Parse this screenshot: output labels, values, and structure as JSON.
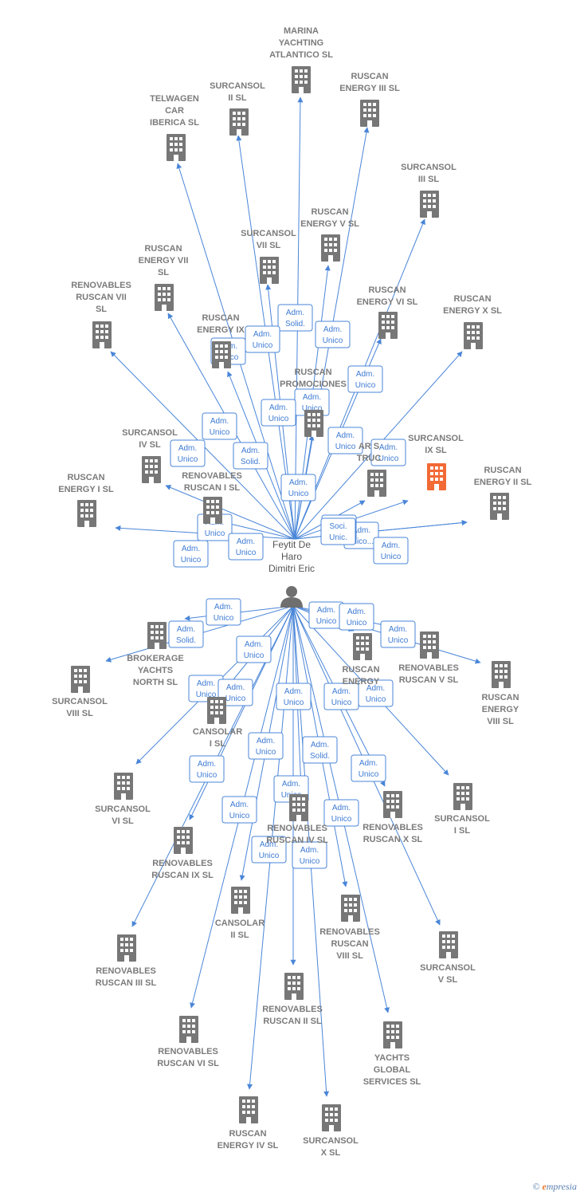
{
  "colors": {
    "edge": "#4a86d8",
    "building": "#777777",
    "building_highlight": "#f26a35",
    "label": "#7b7b7b",
    "person": "#6f6f6f"
  },
  "center": {
    "name": "Feytit De Haro Dimitri Eric",
    "lines": [
      "Feytit De",
      "Haro",
      "Dimitri Eric"
    ],
    "icon": "person-icon"
  },
  "companies": [
    {
      "id": "marina",
      "lines": [
        "MARINA",
        "YACHTING",
        "ATLANTICO  SL"
      ]
    },
    {
      "id": "surcansol2",
      "lines": [
        "SURCANSOL",
        "II  SL"
      ]
    },
    {
      "id": "ruscan3",
      "lines": [
        "RUSCAN",
        "ENERGY III  SL"
      ]
    },
    {
      "id": "telwagen",
      "lines": [
        "TELWAGEN",
        "CAR",
        "IBERICA  SL"
      ]
    },
    {
      "id": "surcansol3",
      "lines": [
        "SURCANSOL",
        "III  SL"
      ]
    },
    {
      "id": "ruscan5",
      "lines": [
        "RUSCAN",
        "ENERGY V  SL"
      ]
    },
    {
      "id": "surcansol7",
      "lines": [
        "SURCANSOL",
        "VII  SL"
      ]
    },
    {
      "id": "ruscan7",
      "lines": [
        "RUSCAN",
        "ENERGY VII",
        "SL"
      ]
    },
    {
      "id": "renov7",
      "lines": [
        "RENOVABLES",
        "RUSCAN VII",
        "SL"
      ]
    },
    {
      "id": "ruscan6",
      "lines": [
        "RUSCAN",
        "ENERGY VI  SL"
      ]
    },
    {
      "id": "ruscan10",
      "lines": [
        "RUSCAN",
        "ENERGY X  SL"
      ]
    },
    {
      "id": "ruscan9",
      "lines": [
        "RUSCAN",
        "ENERGY IX"
      ]
    },
    {
      "id": "promociones",
      "lines": [
        "RUSCAN",
        "PROMOCIONES"
      ]
    },
    {
      "id": "surcansol9",
      "lines": [
        "SURCANSOL",
        "IX  SL"
      ],
      "highlight": true
    },
    {
      "id": "truck",
      "lines": [
        "AR        S",
        "TRUC"
      ]
    },
    {
      "id": "surcansol4",
      "lines": [
        "SURCANSOL",
        "IV  SL"
      ]
    },
    {
      "id": "renov1",
      "lines": [
        "RENOVABLES",
        "RUSCAN I  SL"
      ]
    },
    {
      "id": "ruscan1",
      "lines": [
        "RUSCAN",
        "ENERGY I  SL"
      ]
    },
    {
      "id": "ruscan2",
      "lines": [
        "RUSCAN",
        "ENERGY II  SL"
      ]
    },
    {
      "id": "brokerage",
      "lines": [
        "BROKERAGE",
        "YACHTS",
        "NORTH  SL"
      ]
    },
    {
      "id": "surcansol8",
      "lines": [
        "SURCANSOL",
        "VIII  SL"
      ]
    },
    {
      "id": "ruscanEn",
      "lines": [
        "RUSCAN",
        "ENERGY"
      ]
    },
    {
      "id": "renov5",
      "lines": [
        "RENOVABLES",
        "RUSCAN V  SL"
      ]
    },
    {
      "id": "ruscan8",
      "lines": [
        "RUSCAN",
        "ENERGY",
        "VIII  SL"
      ]
    },
    {
      "id": "cansolar1",
      "lines": [
        "CANSOLAR",
        "I  SL"
      ]
    },
    {
      "id": "surcansol6",
      "lines": [
        "SURCANSOL",
        "VI  SL"
      ]
    },
    {
      "id": "surcansol1",
      "lines": [
        "SURCANSOL",
        "I  SL"
      ]
    },
    {
      "id": "renov4",
      "lines": [
        "RENOVABLES",
        "RUSCAN IV  SL"
      ]
    },
    {
      "id": "renovX",
      "lines": [
        "RENOVABLES",
        "RUSCAN X  SL"
      ]
    },
    {
      "id": "renov9",
      "lines": [
        "RENOVABLES",
        "RUSCAN IX  SL"
      ]
    },
    {
      "id": "cansolar2",
      "lines": [
        "CANSOLAR",
        "II  SL"
      ]
    },
    {
      "id": "renov8",
      "lines": [
        "RENOVABLES",
        "RUSCAN",
        "VIII  SL"
      ]
    },
    {
      "id": "surcansol5",
      "lines": [
        "SURCANSOL",
        "V  SL"
      ]
    },
    {
      "id": "renov3",
      "lines": [
        "RENOVABLES",
        "RUSCAN III  SL"
      ]
    },
    {
      "id": "renov2",
      "lines": [
        "RENOVABLES",
        "RUSCAN II  SL"
      ]
    },
    {
      "id": "renov6",
      "lines": [
        "RENOVABLES",
        "RUSCAN VI  SL"
      ]
    },
    {
      "id": "yachts",
      "lines": [
        "YACHTS",
        "GLOBAL",
        "SERVICES  SL"
      ]
    },
    {
      "id": "ruscan4",
      "lines": [
        "RUSCAN",
        "ENERGY IV  SL"
      ]
    },
    {
      "id": "surcansol10",
      "lines": [
        "SURCANSOL",
        "X  SL"
      ]
    }
  ],
  "edges": [
    {
      "to": "marina",
      "role": [
        "Adm.",
        "Solid."
      ]
    },
    {
      "to": "surcansol2",
      "role": [
        "Adm.",
        "Unico"
      ]
    },
    {
      "to": "ruscan3",
      "role": [
        "Adm.",
        "Unico"
      ]
    },
    {
      "to": "telwagen",
      "role": [
        "Adm.",
        "Unico"
      ]
    },
    {
      "to": "surcansol3",
      "role": [
        "Adm.",
        "Unico"
      ]
    },
    {
      "to": "ruscan5",
      "role": [
        "Adm.",
        "Unico"
      ]
    },
    {
      "to": "surcansol7",
      "role": [
        "Adm.",
        "Unico"
      ]
    },
    {
      "to": "ruscan7",
      "role": [
        "Adm.",
        "Unico"
      ]
    },
    {
      "to": "renov7",
      "role": [
        "Adm.",
        "Unico"
      ]
    },
    {
      "to": "ruscan6",
      "role": [
        "Adm.",
        "Unico"
      ]
    },
    {
      "to": "ruscan10",
      "role": [
        "Adm.",
        "Unico"
      ]
    },
    {
      "to": "ruscan9",
      "role": [
        "Adm.",
        "Solid."
      ]
    },
    {
      "to": "promociones",
      "role": [
        "Adm.",
        "Unico"
      ]
    },
    {
      "to": "surcansol9",
      "role": [
        "Adm.",
        "Unico"
      ]
    },
    {
      "to": "truck",
      "role": [
        "Adm.",
        "Unico"
      ]
    },
    {
      "to": "surcansol4",
      "role": [
        "Adm.",
        "Unico"
      ]
    },
    {
      "to": "renov1",
      "role": [
        "Adm.",
        "Unico...."
      ]
    },
    {
      "to": "ruscan1",
      "role": [
        "Adm.",
        "Unico"
      ]
    },
    {
      "to": "ruscan2",
      "role": [
        "Adm.",
        "Unico"
      ]
    },
    {
      "to": "brokerage",
      "role": [
        "Adm.",
        "Solid."
      ]
    },
    {
      "to": "surcansol8",
      "role": [
        "Adm.",
        "Unico"
      ]
    },
    {
      "to": "ruscanEn",
      "role": [
        "Adm.",
        "Unico"
      ]
    },
    {
      "to": "renov5",
      "role": [
        "Adm.",
        "Unico"
      ]
    },
    {
      "to": "ruscan8",
      "role": [
        "Adm.",
        "Unico"
      ]
    },
    {
      "to": "cansolar1",
      "role": [
        "Adm.",
        "Unico"
      ]
    },
    {
      "to": "surcansol6",
      "role": [
        "Adm.",
        "Unico"
      ]
    },
    {
      "to": "surcansol1",
      "role": [
        "Adm.",
        "Unico"
      ]
    },
    {
      "to": "renov4",
      "role": [
        "Adm.",
        "Unico"
      ]
    },
    {
      "to": "renovX",
      "role": [
        "Adm.",
        "Unico"
      ]
    },
    {
      "to": "renov9",
      "role": [
        "Adm.",
        "Unico"
      ]
    },
    {
      "to": "cansolar2",
      "role": [
        "Adm.",
        "Unico"
      ]
    },
    {
      "to": "renov8",
      "role": [
        "Adm.",
        "Solid."
      ]
    },
    {
      "to": "surcansol5",
      "role": [
        "Adm.",
        "Unico"
      ]
    },
    {
      "to": "renov3",
      "role": [
        "Adm.",
        "Unico"
      ]
    },
    {
      "to": "renov2",
      "role": [
        "Adm.",
        "Unico"
      ]
    },
    {
      "to": "renov6",
      "role": [
        "Adm.",
        "Unico"
      ]
    },
    {
      "to": "yachts",
      "role": [
        "Adm.",
        "Unico"
      ]
    },
    {
      "to": "ruscan4",
      "role": [
        "Adm.",
        "Unico"
      ]
    },
    {
      "to": "surcansol10",
      "role": [
        "Adm.",
        "Unico"
      ]
    },
    {
      "to": "ruscan2",
      "role": [
        "Soci.",
        "Unic."
      ]
    }
  ],
  "footer": {
    "copyright": "©",
    "brand_initial": "e",
    "brand_rest": "mpresia"
  }
}
